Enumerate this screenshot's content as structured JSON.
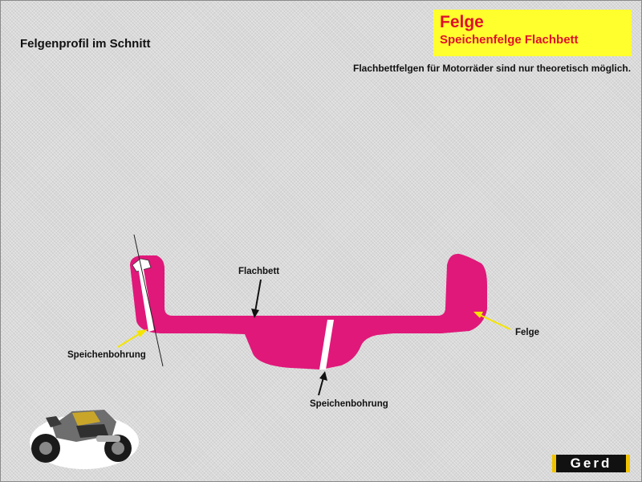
{
  "header": {
    "title": "Felge",
    "subtitle": "Speichenfelge Flachbett",
    "note": "Flachbettfelgen für Motorräder sind nur theoretisch möglich."
  },
  "diagram": {
    "heading": "Felgenprofil im Schnitt",
    "labels": {
      "flachbett": "Flachbett",
      "felge": "Felge",
      "speichenbohrung_left": "Speichenbohrung",
      "speichenbohrung_bottom": "Speichenbohrung"
    },
    "colors": {
      "rim": "#e0187a",
      "arrow_yellow": "#f5e500",
      "title_bg": "#ffff2e",
      "title_text": "#e0102a"
    }
  },
  "footer": {
    "logo": "Gerd",
    "image": "motorcycle-illustration"
  }
}
